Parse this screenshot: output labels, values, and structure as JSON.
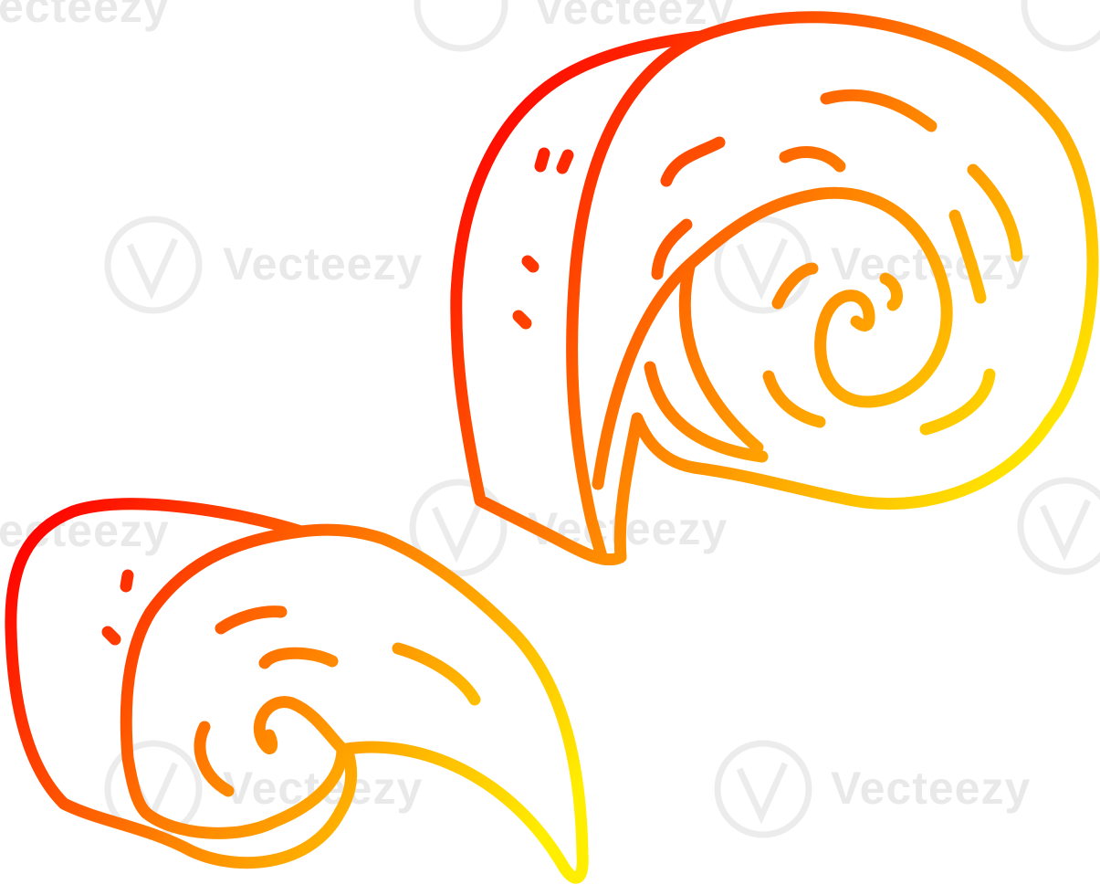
{
  "image": {
    "subject": "cartoon swiss roll slices",
    "style": "line drawing with warm gradient stroke",
    "gradient_colors": {
      "start": "#ff0000",
      "middle": "#ff8000",
      "end": "#ffee00"
    },
    "background": "#ffffff"
  },
  "watermark": {
    "text": "Vecteezy",
    "partial_text": "ecteezy",
    "color": "#e9e9e9",
    "icon": "vecteezy-logo-icon"
  }
}
